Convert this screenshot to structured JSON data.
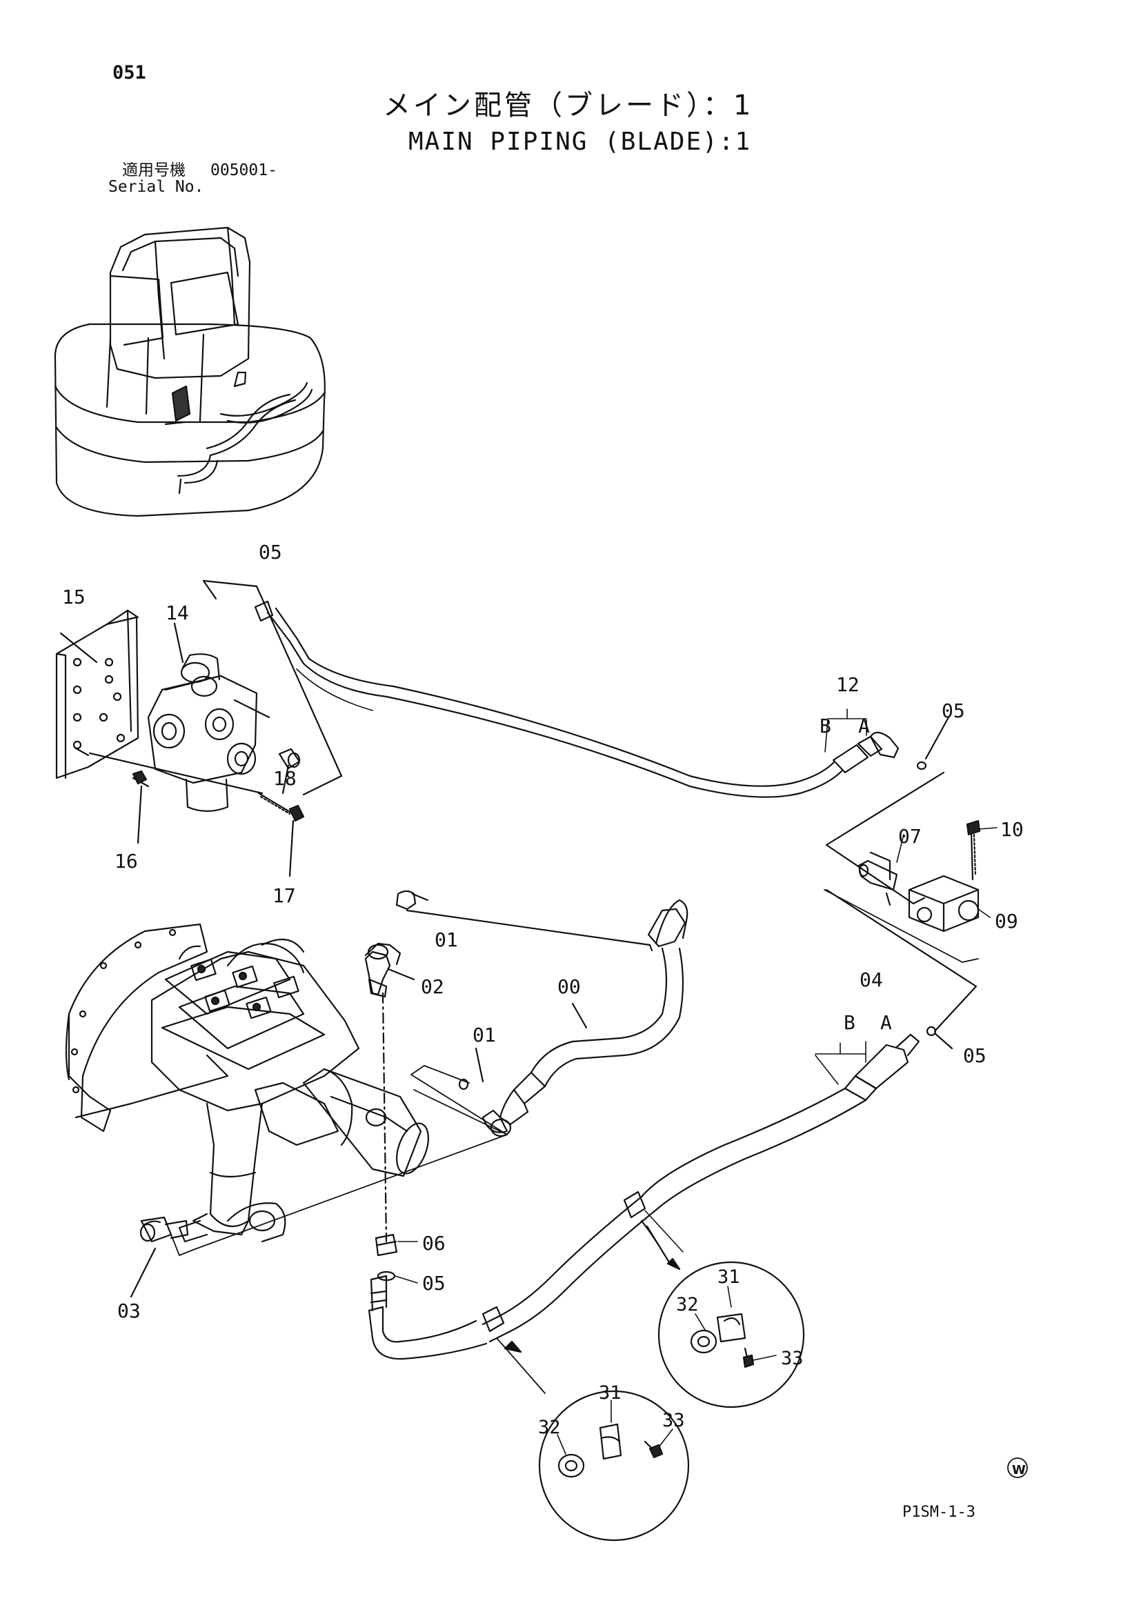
{
  "header": {
    "page_number": "051",
    "title_jp": "メイン配管（ブレード）：1",
    "title_en": "MAIN PIPING (BLADE):1",
    "serial_label_jp": "適用号機",
    "serial_value": "005001-",
    "serial_label_en": "Serial No."
  },
  "callouts": {
    "c05_top": "05",
    "c15": "15",
    "c14": "14",
    "c18": "18",
    "c16": "16",
    "c17": "17",
    "c12": "12",
    "c12_b": "B",
    "c12_a": "A",
    "c05_right": "05",
    "c10": "10",
    "c07": "07",
    "c09": "09",
    "c01_top": "01",
    "c02": "02",
    "c00": "00",
    "c01_mid": "01",
    "c04": "04",
    "c04_b": "B",
    "c04_a": "A",
    "c05_mid": "05",
    "c06": "06",
    "c05_low": "05",
    "c03": "03",
    "c31_right": "31",
    "c32_right": "32",
    "c33_right": "33",
    "c31_left": "31",
    "c32_left": "32",
    "c33_left": "33"
  },
  "footer": {
    "watermark": "W",
    "code": "P1SM-1-3"
  }
}
